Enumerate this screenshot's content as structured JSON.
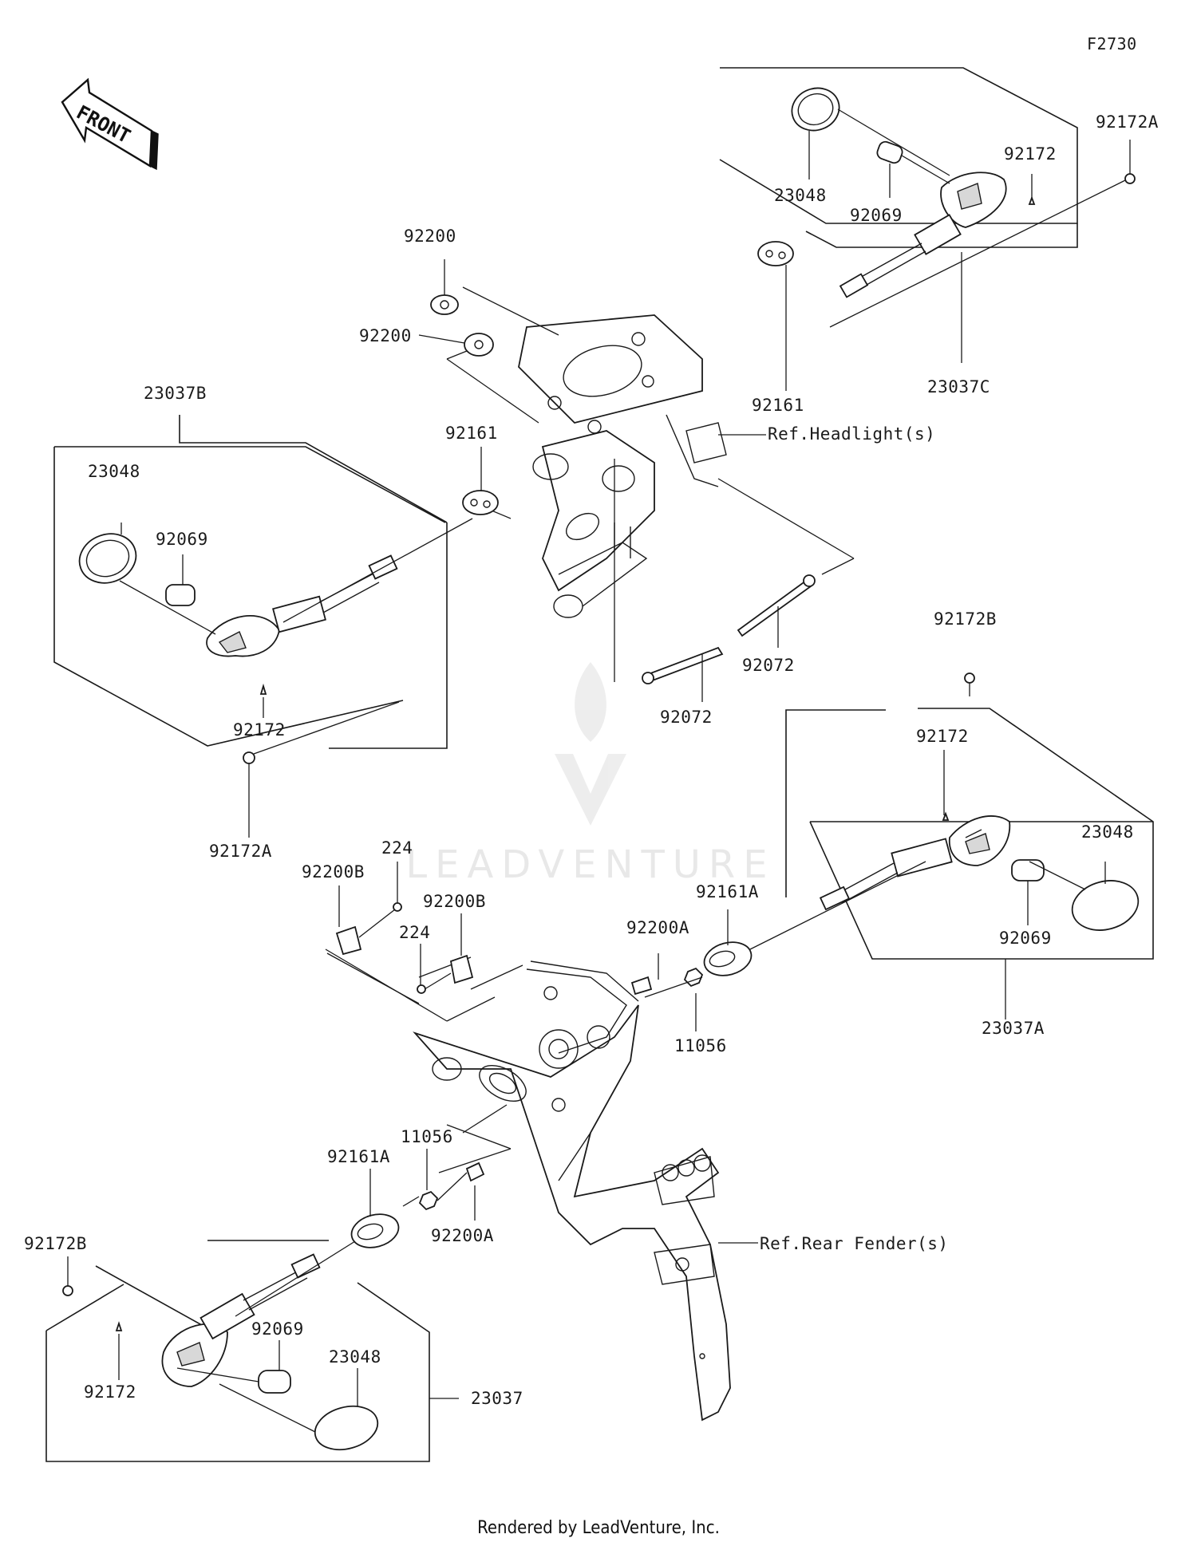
{
  "figure_id": "F2730",
  "front_label": "FRONT",
  "footer": "Rendered by LeadVenture, Inc.",
  "watermark": "LEADVENTURE",
  "labels": {
    "l_92172A_top": "92172A",
    "l_92172_top": "92172",
    "l_23048_top": "23048",
    "l_92069_top": "92069",
    "l_23037C": "23037C",
    "l_92161_right": "92161",
    "l_92200_a": "92200",
    "l_92200_b": "92200",
    "l_ref_headlight": "Ref.Headlight(s)",
    "l_23037B": "23037B",
    "l_23048_left": "23048",
    "l_92069_left": "92069",
    "l_92161_left": "92161",
    "l_92172_left": "92172",
    "l_92172A_left": "92172A",
    "l_92072_a": "92072",
    "l_92072_b": "92072",
    "l_92172B_right": "92172B",
    "l_92172_right": "92172",
    "l_23048_right": "23048",
    "l_92069_right": "92069",
    "l_92161A_right": "92161A",
    "l_23037A": "23037A",
    "l_92200A_right": "92200A",
    "l_11056_right": "11056",
    "l_224_a": "224",
    "l_224_b": "224",
    "l_92200B_a": "92200B",
    "l_92200B_b": "92200B",
    "l_11056_left": "11056",
    "l_92161A_left": "92161A",
    "l_92200A_left": "92200A",
    "l_ref_rear_fender": "Ref.Rear Fender(s)",
    "l_92172B_left": "92172B",
    "l_92069_bl": "92069",
    "l_23048_bl": "23048",
    "l_92172_bl": "92172",
    "l_23037": "23037"
  }
}
